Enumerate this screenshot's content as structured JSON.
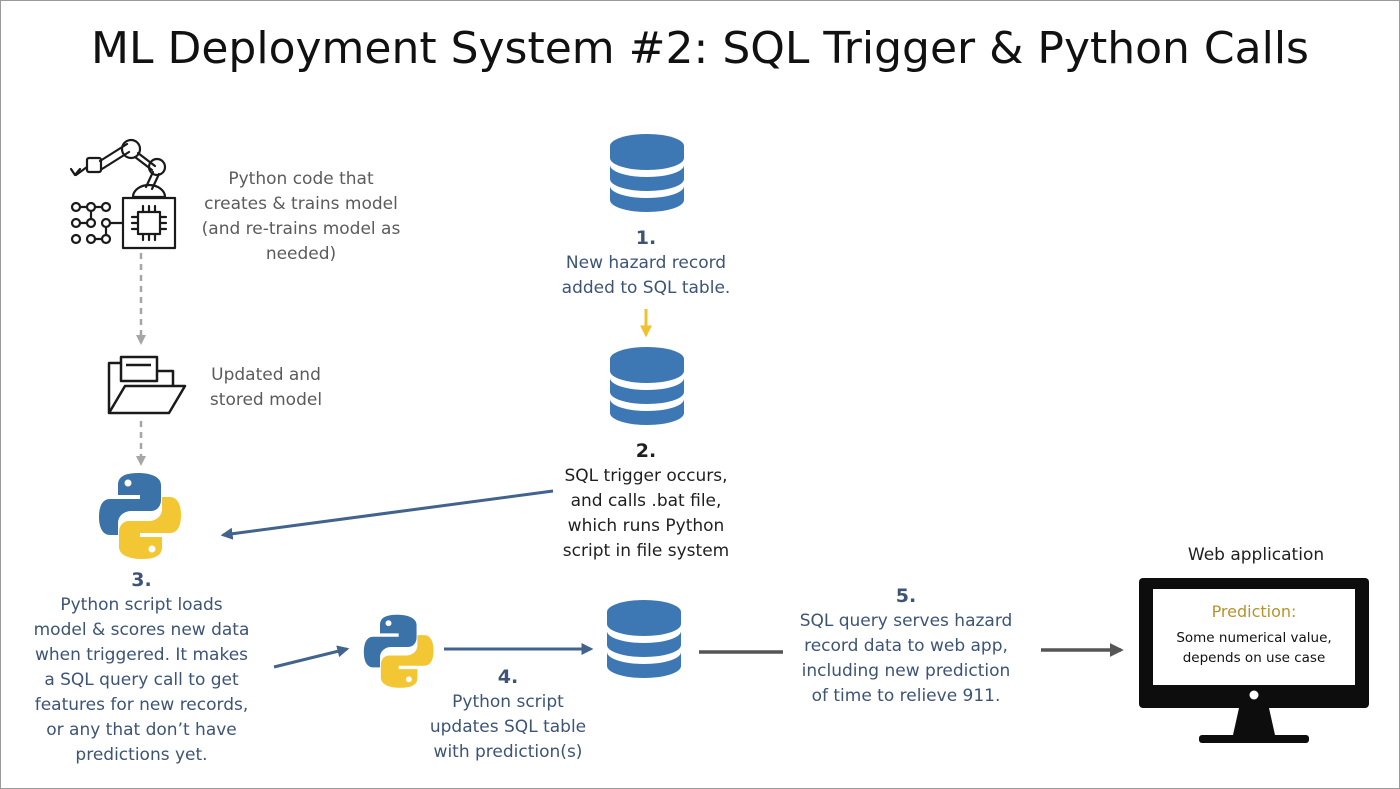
{
  "title": "ML Deployment System #2: SQL Trigger & Python Calls",
  "icons": {
    "robot": "robot-arm-chip-icon",
    "folder": "folder-icon",
    "python": "python-logo-icon",
    "database": "database-icon",
    "monitor": "monitor-icon"
  },
  "colors": {
    "database_blue": "#3e78b4",
    "arrow_blue": "#41638c",
    "arrow_grey": "#a6a6a6",
    "arrow_yellow": "#f2c12e",
    "arrow_dark_grey": "#555555",
    "python_blue": "#3b72a8",
    "python_yellow": "#f3c634",
    "prediction_gold": "#b8922a"
  },
  "nodes": {
    "training": {
      "text": [
        "Python code that",
        "creates & trains model",
        "(and re-trains model as",
        "needed)"
      ]
    },
    "stored_model": {
      "text": [
        "Updated and",
        "stored model"
      ]
    },
    "step1": {
      "number": "1.",
      "text": [
        "New hazard record",
        "added to SQL table."
      ]
    },
    "step2": {
      "number": "2.",
      "text": [
        "SQL trigger occurs,",
        "and calls .bat file,",
        "which runs Python",
        "script in file system"
      ]
    },
    "step3": {
      "number": "3.",
      "text": [
        "Python script loads",
        "model & scores new data",
        "when triggered. It makes",
        "a SQL query call to get",
        "features for new records,",
        "or any that don’t have",
        "predictions yet."
      ]
    },
    "step4": {
      "number": "4.",
      "text": [
        "Python script",
        "updates SQL table",
        "with prediction(s)"
      ]
    },
    "step5": {
      "number": "5.",
      "text": [
        "SQL query serves hazard",
        "record data to web app,",
        "including new prediction",
        "of time to relieve 911."
      ]
    },
    "webapp": {
      "label": "Web application",
      "prediction_label": "Prediction:",
      "prediction_value": [
        "Some numerical value,",
        "depends on use case"
      ]
    }
  },
  "edges": [
    {
      "from": "training",
      "to": "stored_model",
      "style": "dashed-grey"
    },
    {
      "from": "stored_model",
      "to": "step3",
      "style": "dashed-grey"
    },
    {
      "from": "step1",
      "to": "step2",
      "style": "yellow"
    },
    {
      "from": "step2",
      "to": "step3",
      "style": "blue"
    },
    {
      "from": "step3",
      "to": "step4-python",
      "style": "blue"
    },
    {
      "from": "step4-python",
      "to": "step4-database",
      "style": "blue"
    },
    {
      "from": "step4-database",
      "to": "step5",
      "style": "dark-grey"
    },
    {
      "from": "step5",
      "to": "webapp",
      "style": "dark-grey"
    }
  ]
}
